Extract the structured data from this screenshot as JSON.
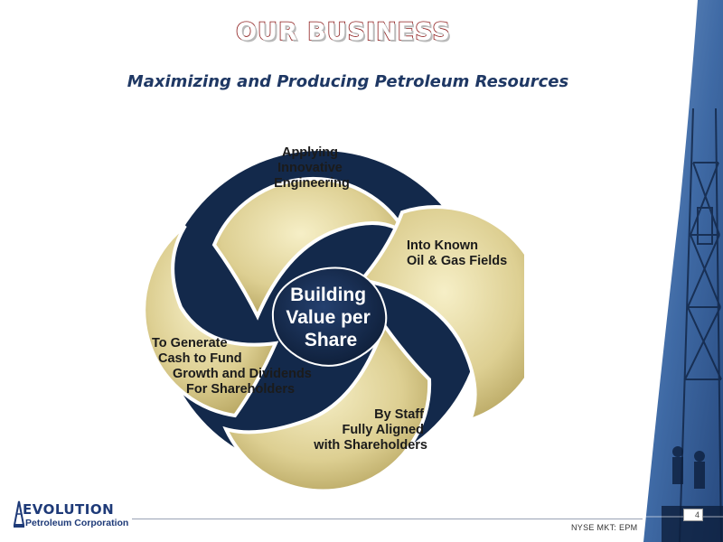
{
  "slide": {
    "title": "OUR BUSINESS",
    "subtitle": "Maximizing and Producing Petroleum Resources",
    "page_number": "4"
  },
  "diagram": {
    "center": [
      "Building",
      "Value per",
      "Share"
    ],
    "petals": {
      "top": [
        "Applying",
        "Innovative",
        "Engineering"
      ],
      "right": [
        "Into Known",
        "Oil & Gas Fields"
      ],
      "bottom": [
        "By Staff",
        "Fully Aligned",
        "with Shareholders"
      ],
      "left": [
        "To Generate",
        "Cash to Fund",
        "Growth and Dividends",
        "For Shareholders"
      ]
    }
  },
  "footer": {
    "logo_main": "EVOLUTION",
    "logo_sub": "Petroleum Corporation",
    "ticker": "NYSE MKT: EPM"
  },
  "colors": {
    "title_outline": "#8c1a1a",
    "subtitle": "#1f3864",
    "petal_gold": "#d8c98a",
    "center_navy": "#13294b",
    "logo_blue": "#1e3a78"
  }
}
